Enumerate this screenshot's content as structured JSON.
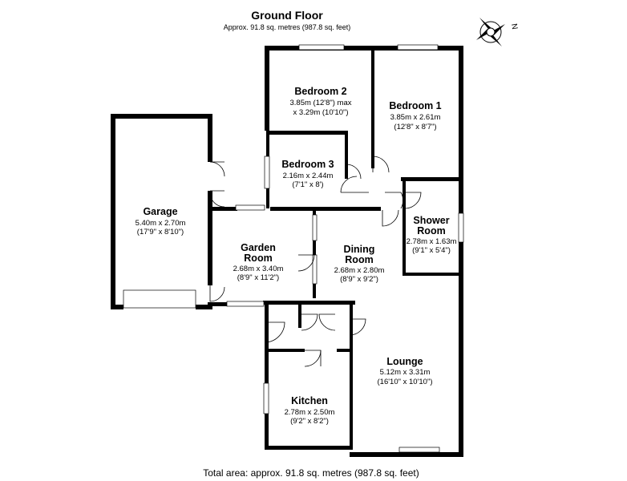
{
  "header": {
    "title": "Ground Floor",
    "subtitle": "Approx. 91.8 sq. metres (987.8 sq. feet)"
  },
  "compass": {
    "label": "N"
  },
  "rooms": {
    "bedroom2": {
      "name": "Bedroom 2",
      "dim1": "3.85m (12'8\") max",
      "dim2": "x 3.29m (10'10\")"
    },
    "bedroom1": {
      "name": "Bedroom 1",
      "dim1": "3.85m x 2.61m",
      "dim2": "(12'8\" x 8'7\")"
    },
    "bedroom3": {
      "name": "Bedroom 3",
      "dim1": "2.16m x 2.44m",
      "dim2": "(7'1\" x 8')"
    },
    "garage": {
      "name": "Garage",
      "dim1": "5.40m x 2.70m",
      "dim2": "(17'9\" x 8'10\")"
    },
    "shower": {
      "name1": "Shower",
      "name2": "Room",
      "dim1": "2.78m x 1.63m",
      "dim2": "(9'1\" x 5'4\")"
    },
    "garden": {
      "name1": "Garden",
      "name2": "Room",
      "dim1": "2.68m x 3.40m",
      "dim2": "(8'9\" x 11'2\")"
    },
    "dining": {
      "name1": "Dining",
      "name2": "Room",
      "dim1": "2.68m x 2.80m",
      "dim2": "(8'9\" x 9'2\")"
    },
    "lounge": {
      "name": "Lounge",
      "dim1": "5.12m x 3.31m",
      "dim2": "(16'10\" x 10'10\")"
    },
    "kitchen": {
      "name": "Kitchen",
      "dim1": "2.78m x 2.50m",
      "dim2": "(9'2\" x 8'2\")"
    }
  },
  "footer": {
    "total": "Total area: approx. 91.8 sq. metres (987.8 sq. feet)"
  }
}
